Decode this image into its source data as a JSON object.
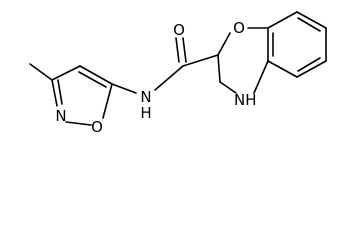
{
  "molecule": {
    "atoms": {
      "carbonyl_oxygen": "O",
      "ring_oxygen": "O",
      "amide_n": "N",
      "amide_h": "H",
      "ring_nh": "NH",
      "isoxazole_n": "N",
      "isoxazole_o": "O"
    }
  }
}
